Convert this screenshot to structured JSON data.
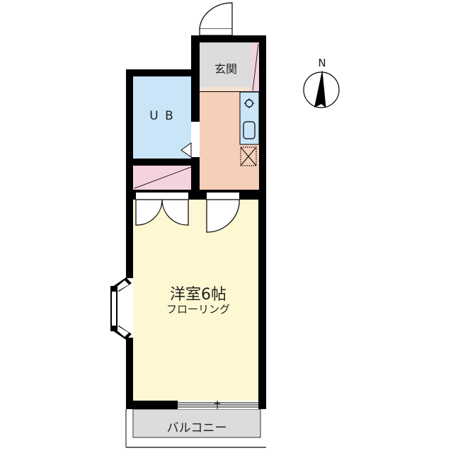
{
  "floorplan": {
    "rooms": {
      "genkan": {
        "label": "玄関",
        "color": "#dcdcdc"
      },
      "ub": {
        "label": "U B",
        "color": "#c9e5f7"
      },
      "kitchen": {
        "color": "#f6cfb8"
      },
      "hall": {
        "color": "#f5d2e0"
      },
      "western_room": {
        "label": "洋室6帖",
        "sublabel": "フローリング",
        "color": "#fdf8d2"
      },
      "balcony": {
        "label": "バルコニー",
        "color": "#dcdcdc"
      }
    },
    "compass": {
      "label": "N"
    },
    "colors": {
      "wall": "#000000",
      "sink": "#c9e5f7"
    }
  }
}
